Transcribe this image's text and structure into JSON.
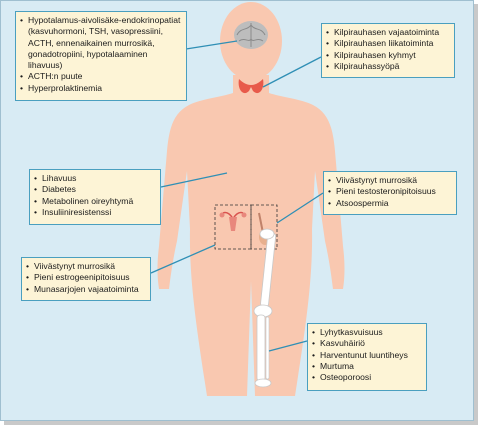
{
  "boxes": {
    "hypothalamus": [
      "Hypotalamus-aivolisäke-endokrinopatiat (kasvuhormoni, TSH, vasopressiini, ACTH, ennenaikainen murrosikä, gonadotropiini, hypotalaaminen lihavuus)",
      "ACTH:n puute",
      "Hyperprolaktinemia"
    ],
    "thyroid": [
      "Kilpirauhasen vajaatoiminta",
      "Kilpirauhasen liikatoiminta",
      "Kilpirauhasen kyhmyt",
      "Kilpirauhassyöpä"
    ],
    "metabolic": [
      "Lihavuus",
      "Diabetes",
      "Metabolinen oireyhtymä",
      "Insuliiniresistenssi"
    ],
    "male": [
      "Viivästynyt murrosikä",
      "Pieni testosteronipitoisuus",
      "Atsoospermia"
    ],
    "female": [
      "Viivästynyt murrosikä",
      "Pieni estrogeenipitoisuus",
      "Munasarjojen vajaatoiminta"
    ],
    "bone": [
      "Lyhytkasvuisuus",
      "Kasvuhäiriö",
      "Harventunut luuntiheys",
      "Murtuma",
      "Osteoporoosi"
    ]
  },
  "colors": {
    "background": "#d8ebf4",
    "body": "#f9c8b0",
    "box_fill": "#fdf4d6",
    "box_border": "#4a9fbf",
    "connector": "#2f8fb5",
    "thyroid": "#e85a4a",
    "brain": "#b9b9b9"
  }
}
